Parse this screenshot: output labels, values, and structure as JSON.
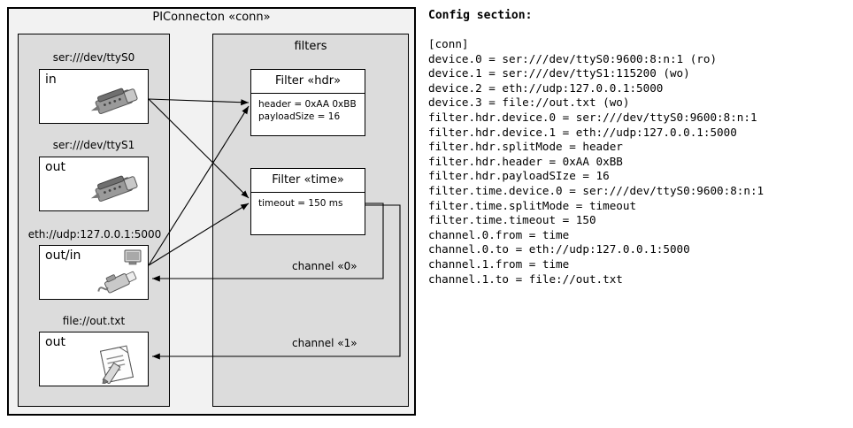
{
  "diagram": {
    "title": "PIConnecton «conn»",
    "left_panel_name": "devices-panel",
    "filters_title": "filters",
    "devices": [
      {
        "label": "ser:///dev/ttyS0",
        "name": "in",
        "icon": "serial-port-icon"
      },
      {
        "label": "ser:///dev/ttyS1",
        "name": "out",
        "icon": "serial-port-icon"
      },
      {
        "label": "eth://udp:127.0.0.1:5000",
        "name": "out/in",
        "icon": "network-plug-icon"
      },
      {
        "label": "file://out.txt",
        "name": "out",
        "icon": "text-file-icon"
      }
    ],
    "filters": [
      {
        "title": "Filter «hdr»",
        "lines": [
          "header = 0xAA 0xBB",
          "payloadSize = 16"
        ]
      },
      {
        "title": "Filter «time»",
        "lines": [
          "timeout = 150 ms"
        ]
      }
    ],
    "channels": [
      {
        "label": "channel «0»"
      },
      {
        "label": "channel «1»"
      }
    ]
  },
  "config": {
    "heading": "Config section:",
    "text": "[conn]\ndevice.0 = ser:///dev/ttyS0:9600:8:n:1 (ro)\ndevice.1 = ser:///dev/ttyS1:115200 (wo)\ndevice.2 = eth://udp:127.0.0.1:5000\ndevice.3 = file://out.txt (wo)\nfilter.hdr.device.0 = ser:///dev/ttyS0:9600:8:n:1\nfilter.hdr.device.1 = eth://udp:127.0.0.1:5000\nfilter.hdr.splitMode = header\nfilter.hdr.header = 0xAA 0xBB\nfilter.hdr.payloadSIze = 16\nfilter.time.device.0 = ser:///dev/ttyS0:9600:8:n:1\nfilter.time.splitMode = timeout\nfilter.time.timeout = 150\nchannel.0.from = time\nchannel.0.to = eth://udp:127.0.0.1:5000\nchannel.1.from = time\nchannel.1.to = file://out.txt"
  },
  "colors": {
    "outer_bg": "#f2f2f2",
    "panel_bg": "#dcdcdc",
    "card_bg": "#ffffff",
    "stroke": "#000000"
  }
}
